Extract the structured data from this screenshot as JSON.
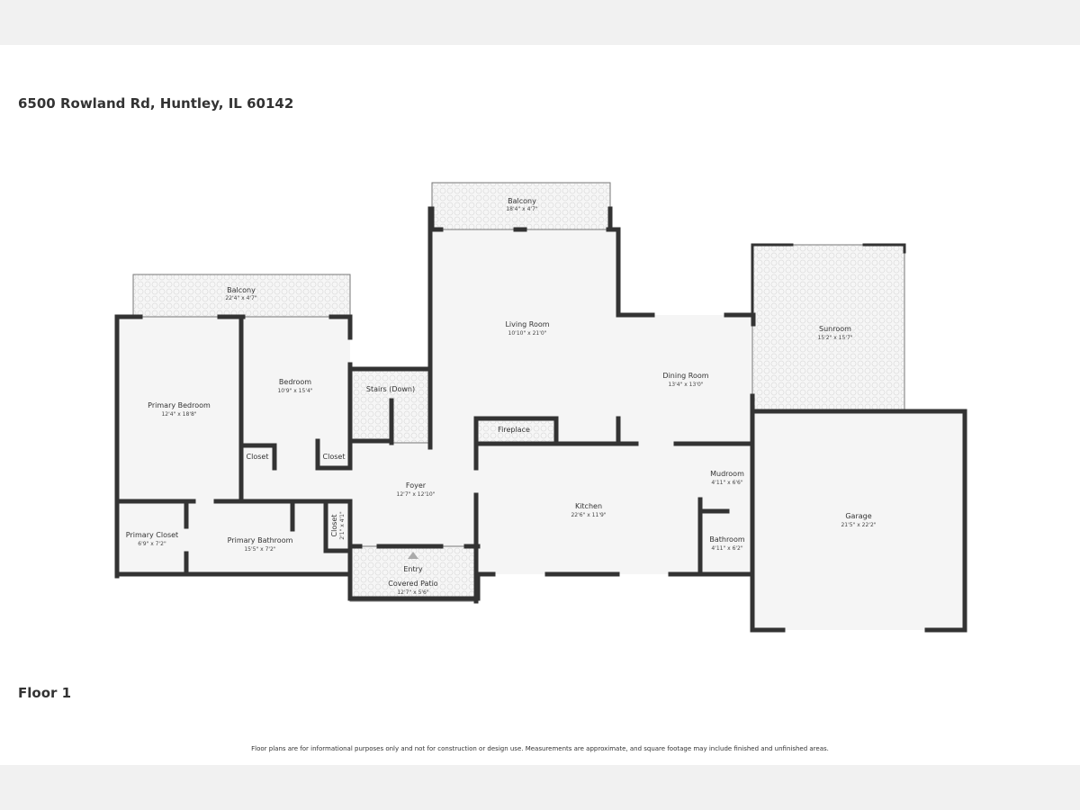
{
  "header": {
    "address": "6500 Rowland Rd, Huntley, IL 60142"
  },
  "floor_label": "Floor 1",
  "disclaimer": "Floor plans are for informational purposes only and not for construction or design use. Measurements are approximate, and square footage may include finished and unfinished areas.",
  "rooms": {
    "balcony_left": {
      "name": "Balcony",
      "dim": "22'4\" x 4'7\""
    },
    "primary_bedroom": {
      "name": "Primary Bedroom",
      "dim": "12'4\" x 18'8\""
    },
    "bedroom": {
      "name": "Bedroom",
      "dim": "10'9\" x 15'4\""
    },
    "closet_a": {
      "name": "Closet"
    },
    "closet_b": {
      "name": "Closet"
    },
    "stairs": {
      "name": "Stairs (Down)"
    },
    "balcony_top": {
      "name": "Balcony",
      "dim": "18'4\" x 4'7\""
    },
    "living_room": {
      "name": "Living Room",
      "dim": "10'10\" x 21'0\""
    },
    "dining_room": {
      "name": "Dining Room",
      "dim": "13'4\" x 13'0\""
    },
    "sunroom": {
      "name": "Sunroom",
      "dim": "15'2\" x 15'7\""
    },
    "fireplace": {
      "name": "Fireplace"
    },
    "foyer": {
      "name": "Foyer",
      "dim": "12'7\" x 12'10\""
    },
    "kitchen": {
      "name": "Kitchen",
      "dim": "22'6\" x 11'9\""
    },
    "mudroom": {
      "name": "Mudroom",
      "dim": "4'11\" x 6'6\""
    },
    "bathroom": {
      "name": "Bathroom",
      "dim": "4'11\" x 6'2\""
    },
    "garage": {
      "name": "Garage",
      "dim": "21'5\" x 22'2\""
    },
    "primary_closet": {
      "name": "Primary Closet",
      "dim": "6'9\" x 7'2\""
    },
    "primary_bathroom": {
      "name": "Primary Bathroom",
      "dim": "15'5\" x 7'2\""
    },
    "closet_c": {
      "name": "Closet",
      "dim": "2'1\" x 4'1\""
    },
    "entry": {
      "name": "Entry"
    },
    "covered_patio": {
      "name": "Covered Patio",
      "dim": "12'7\" x 5'6\""
    }
  }
}
